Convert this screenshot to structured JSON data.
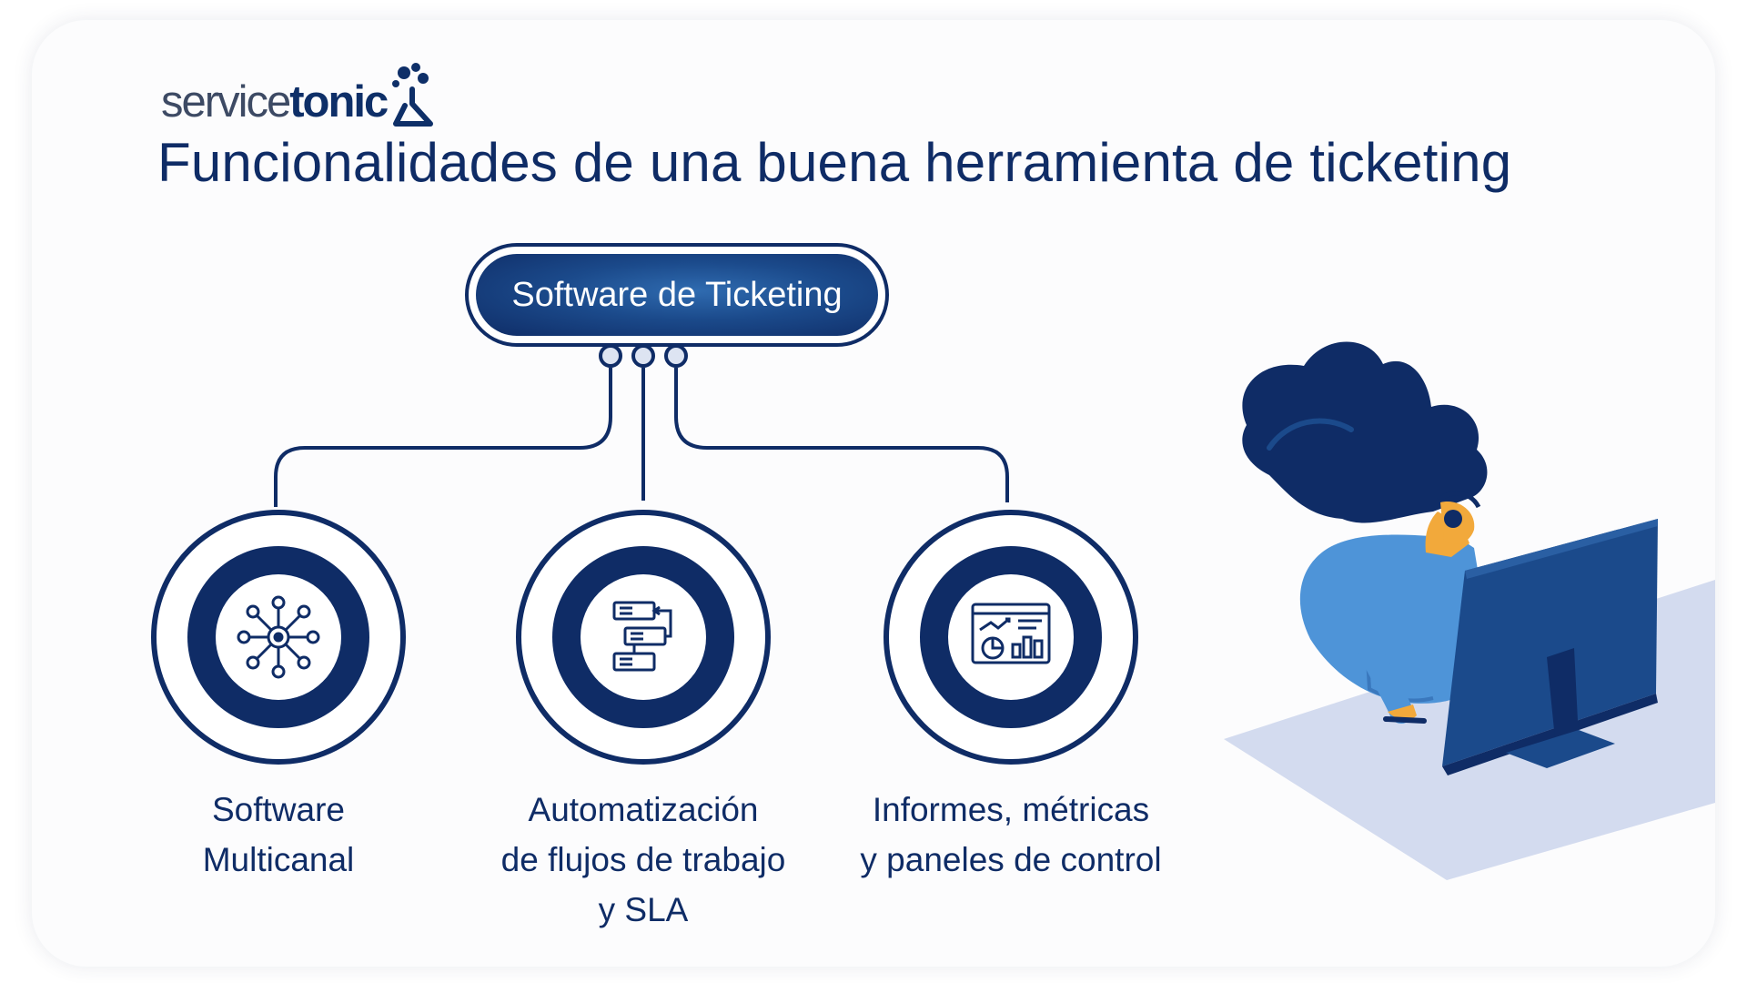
{
  "logo": {
    "light_text": "service",
    "bold_text": "tonic"
  },
  "title": "Funcionalidades de una buena herramienta de ticketing",
  "hub": {
    "label": "Software de Ticketing"
  },
  "features": [
    {
      "lines": [
        "Software",
        "Multicanal"
      ],
      "icon": "network-hub-icon"
    },
    {
      "lines": [
        "Automatización",
        "de flujos de trabajo",
        "y SLA"
      ],
      "icon": "workflow-automation-icon"
    },
    {
      "lines": [
        "Informes, métricas",
        "y paneles de control"
      ],
      "icon": "dashboard-report-icon"
    }
  ],
  "colors": {
    "navy": "#0f2c66",
    "mid_blue": "#1b4a8b",
    "shirt_blue": "#4e94d8",
    "desk": "#d3dbef",
    "skin": "#f2a93b"
  }
}
